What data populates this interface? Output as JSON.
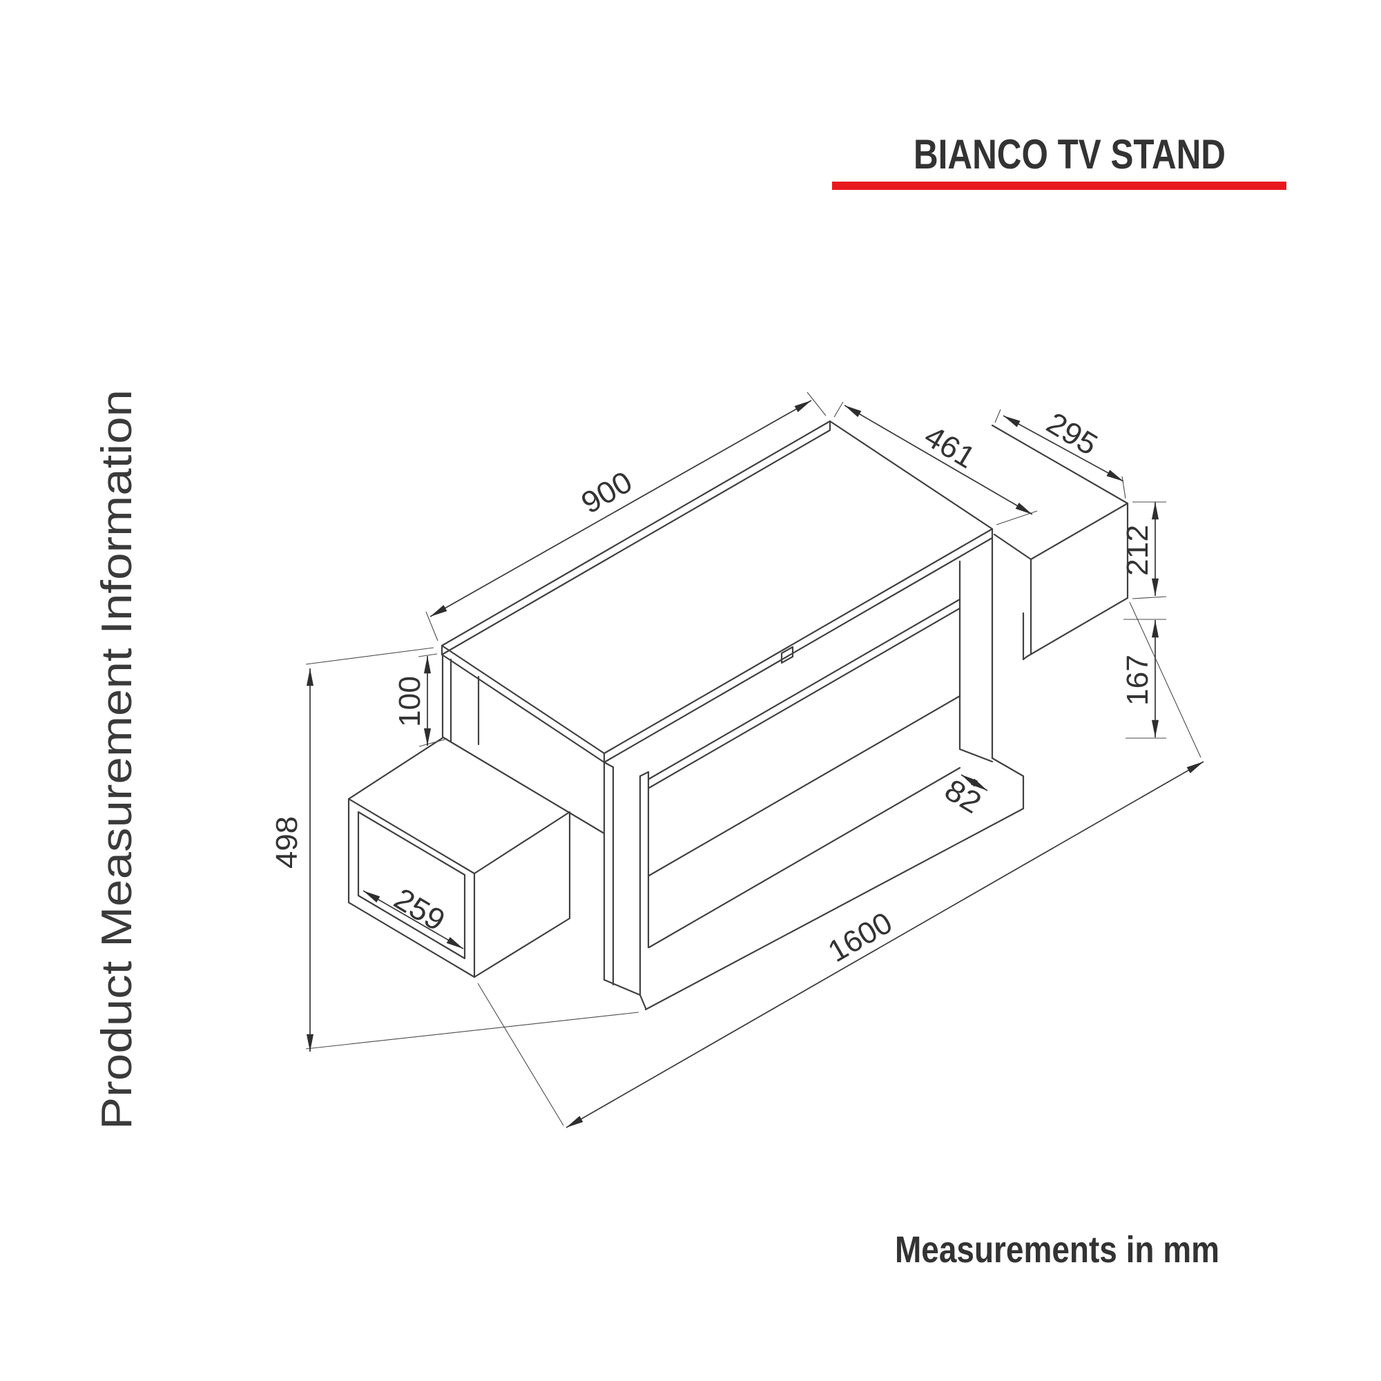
{
  "header": {
    "title": "BIANCO TV STAND"
  },
  "side_label": "Product Measurement Information",
  "footer": {
    "note": "Measurements in mm"
  },
  "diagram": {
    "product": "TV stand isometric measurement drawing",
    "unit": "mm",
    "dimensions": {
      "main_top_length": "900",
      "main_top_depth": "461",
      "right_box_length": "295",
      "right_box_height": "212",
      "right_box_floor_gap": "167",
      "left_box_top_offset": "100",
      "total_height": "498",
      "left_box_opening_width": "259",
      "base_shelf_inset": "82",
      "total_length": "1600"
    },
    "colors": {
      "accent_red": "#E8191E",
      "line": "#404040",
      "text": "#333333"
    }
  }
}
